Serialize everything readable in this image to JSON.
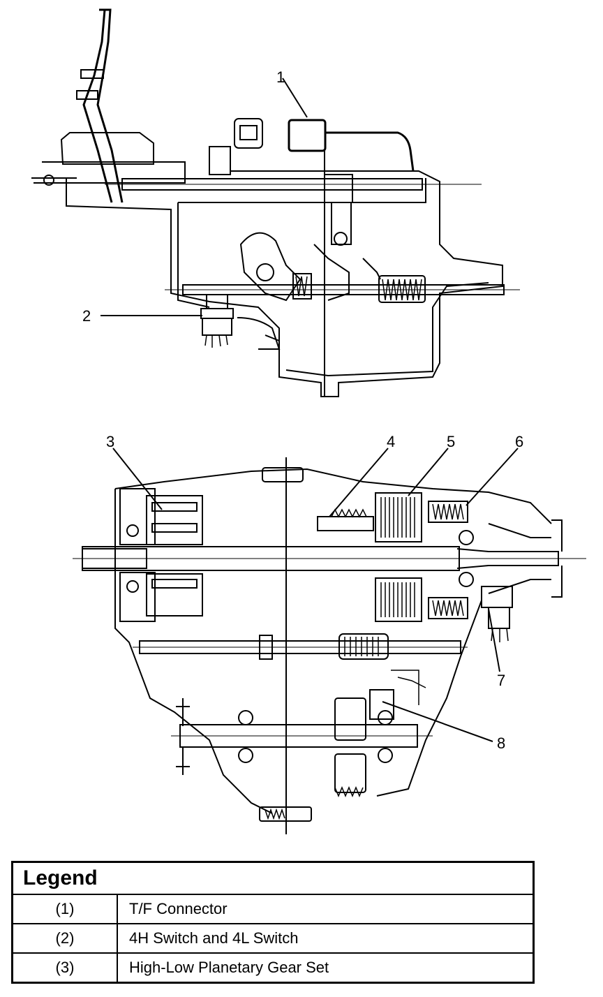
{
  "callouts": [
    {
      "id": "1",
      "label": "1"
    },
    {
      "id": "2",
      "label": "2"
    },
    {
      "id": "3",
      "label": "3"
    },
    {
      "id": "4",
      "label": "4"
    },
    {
      "id": "5",
      "label": "5"
    },
    {
      "id": "6",
      "label": "6"
    },
    {
      "id": "7",
      "label": "7"
    },
    {
      "id": "8",
      "label": "8"
    }
  ],
  "legend": {
    "title": "Legend",
    "rows": [
      {
        "num": "(1)",
        "desc": "T/F Connector"
      },
      {
        "num": "(2)",
        "desc": "4H Switch and 4L Switch"
      },
      {
        "num": "(3)",
        "desc": "High-Low Planetary Gear Set"
      }
    ]
  }
}
